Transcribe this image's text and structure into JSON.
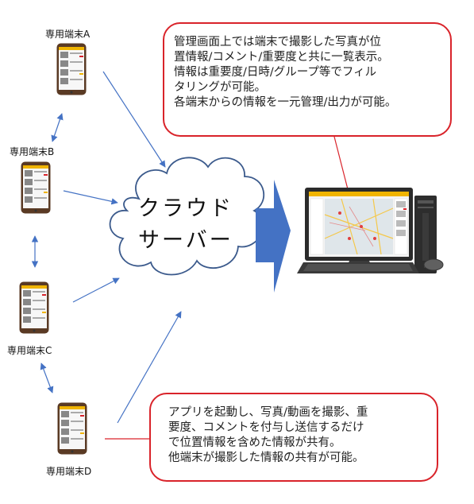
{
  "devices": {
    "a": {
      "label": "専用端末A"
    },
    "b": {
      "label": "専用端末B"
    },
    "c": {
      "label": "専用端末C"
    },
    "d": {
      "label": "専用端末D"
    }
  },
  "cloud": {
    "line1": "クラウド",
    "line2": "サーバー"
  },
  "callout_top": {
    "line1": "管理画面上では端末で撮影した写真が位",
    "line2": "置情報/コメント/重要度と共に一覧表示。",
    "line3": "情報は重要度/日時/グループ等でフィル",
    "line4": "タリングが可能。",
    "line5": "各端末からの情報を一元管理/出力が可能。"
  },
  "callout_bottom": {
    "line1": "アプリを起動し、写真/動画を撮影、重",
    "line2": "要度、コメントを付与し送信するだけ",
    "line3": "で位置情報を含めた情報が共有。",
    "line4": "他端末が撮影した情報の共有が可能。"
  },
  "colors": {
    "arrow": "#4472c4",
    "callout_border": "#d9232a",
    "big_arrow": "#4472c4",
    "phone_body": "#5a3a24",
    "phone_accent": "#f0b400"
  }
}
